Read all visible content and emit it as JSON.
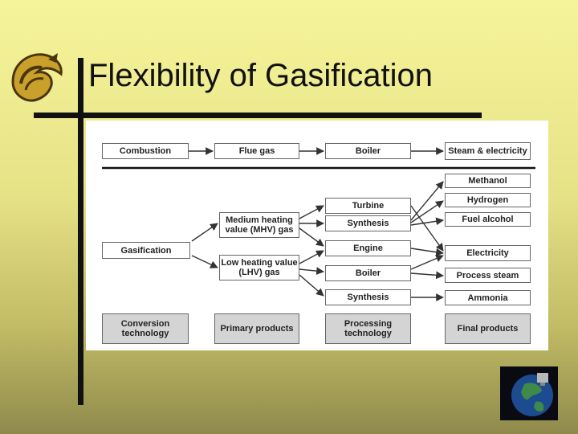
{
  "slide": {
    "title": "Flexibility of Gasification"
  },
  "diagram": {
    "combustion_row": {
      "conversion": "Combustion",
      "product": "Flue gas",
      "processing": "Boiler",
      "final": "Steam & electricity"
    },
    "gasification_row": {
      "conversion": "Gasification",
      "primary_products": [
        "Medium heating value (MHV) gas",
        "Low heating value (LHV) gas"
      ],
      "processing": [
        "Turbine",
        "Synthesis",
        "Engine",
        "Boiler",
        "Synthesis"
      ],
      "final": [
        "Methanol",
        "Hydrogen",
        "Fuel alcohol",
        "Electricity",
        "Process steam",
        "Ammonia"
      ]
    },
    "legend": {
      "conversion_technology": "Conversion technology",
      "primary_products": "Primary products",
      "processing_technology": "Processing technology",
      "final_products": "Final products"
    }
  },
  "colors": {
    "slide_background_top": "#f6f49a",
    "slide_background_bottom": "#8f8a4c",
    "legend_box_fill": "#d4d4d4"
  },
  "logo_icon": "pegasus-logo-icon",
  "globe_icon": "globe-badge-icon"
}
